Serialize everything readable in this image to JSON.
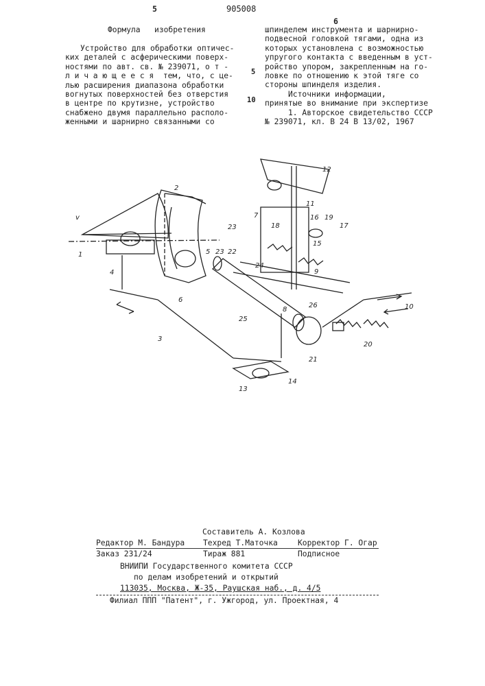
{
  "header": {
    "page_left": "5",
    "patent_number": "905008",
    "page_right": "6"
  },
  "left_column": {
    "title": "Формула   изобретения",
    "lines": [
      "Устройство для обработки оптичес-",
      "ких деталей с асферическими поверх-",
      "ностями по авт. св. № 239071, о т -",
      "л и ч а ю щ е е с я  тем, что, с це-",
      "лью расширения диапазона обработки",
      "вогнутых поверхностей без отверстия",
      "в центре по крутизне, устройство",
      "снабжено двумя параллельно располо-",
      "женными и шарнирно связанными со"
    ]
  },
  "line_numbers": {
    "n5": "5",
    "n10": "10"
  },
  "right_column": {
    "lines": [
      "шпинделем инструмента и шарнирно-",
      "подвесной головкой тягами, одна из",
      "которых установлена с возможностью",
      "упругого контакта с введенным в уст-",
      "ройство упором, закрепленным на го-",
      "ловке по отношению к этой тяге со",
      "стороны шпинделя изделия.",
      "     Источники информации,",
      "принятые во внимание при экспертизе",
      "     1. Авторское свидетельство СССР",
      "№ 239071, кл. В 24 В 13/02, 1967"
    ]
  },
  "figure": {
    "labels": [
      "1",
      "2",
      "3",
      "4",
      "5",
      "6",
      "7",
      "8",
      "9",
      "10",
      "11",
      "12",
      "13",
      "14",
      "15",
      "16",
      "17",
      "18",
      "19",
      "20",
      "21",
      "22",
      "23",
      "23",
      "24",
      "25",
      "26",
      "v"
    ]
  },
  "imprint": {
    "compiler": "Составитель А. Козлова",
    "editor": "Редактор М. Бандура",
    "techred": "Техред Т.Маточка",
    "corrector": "Корректор Г. Огар",
    "order": "Заказ 231/24",
    "circulation": "Тираж 881",
    "subscription": "Подписное",
    "org1": "ВНИИПИ Государственного комитета СССР",
    "org2": "по делам изобретений и открытий",
    "address": "113035, Москва, Ж-35, Раушская наб., д. 4/5",
    "branch": "Филиал ППП \"Патент\", г. Ужгород, ул. Проектная, 4"
  }
}
